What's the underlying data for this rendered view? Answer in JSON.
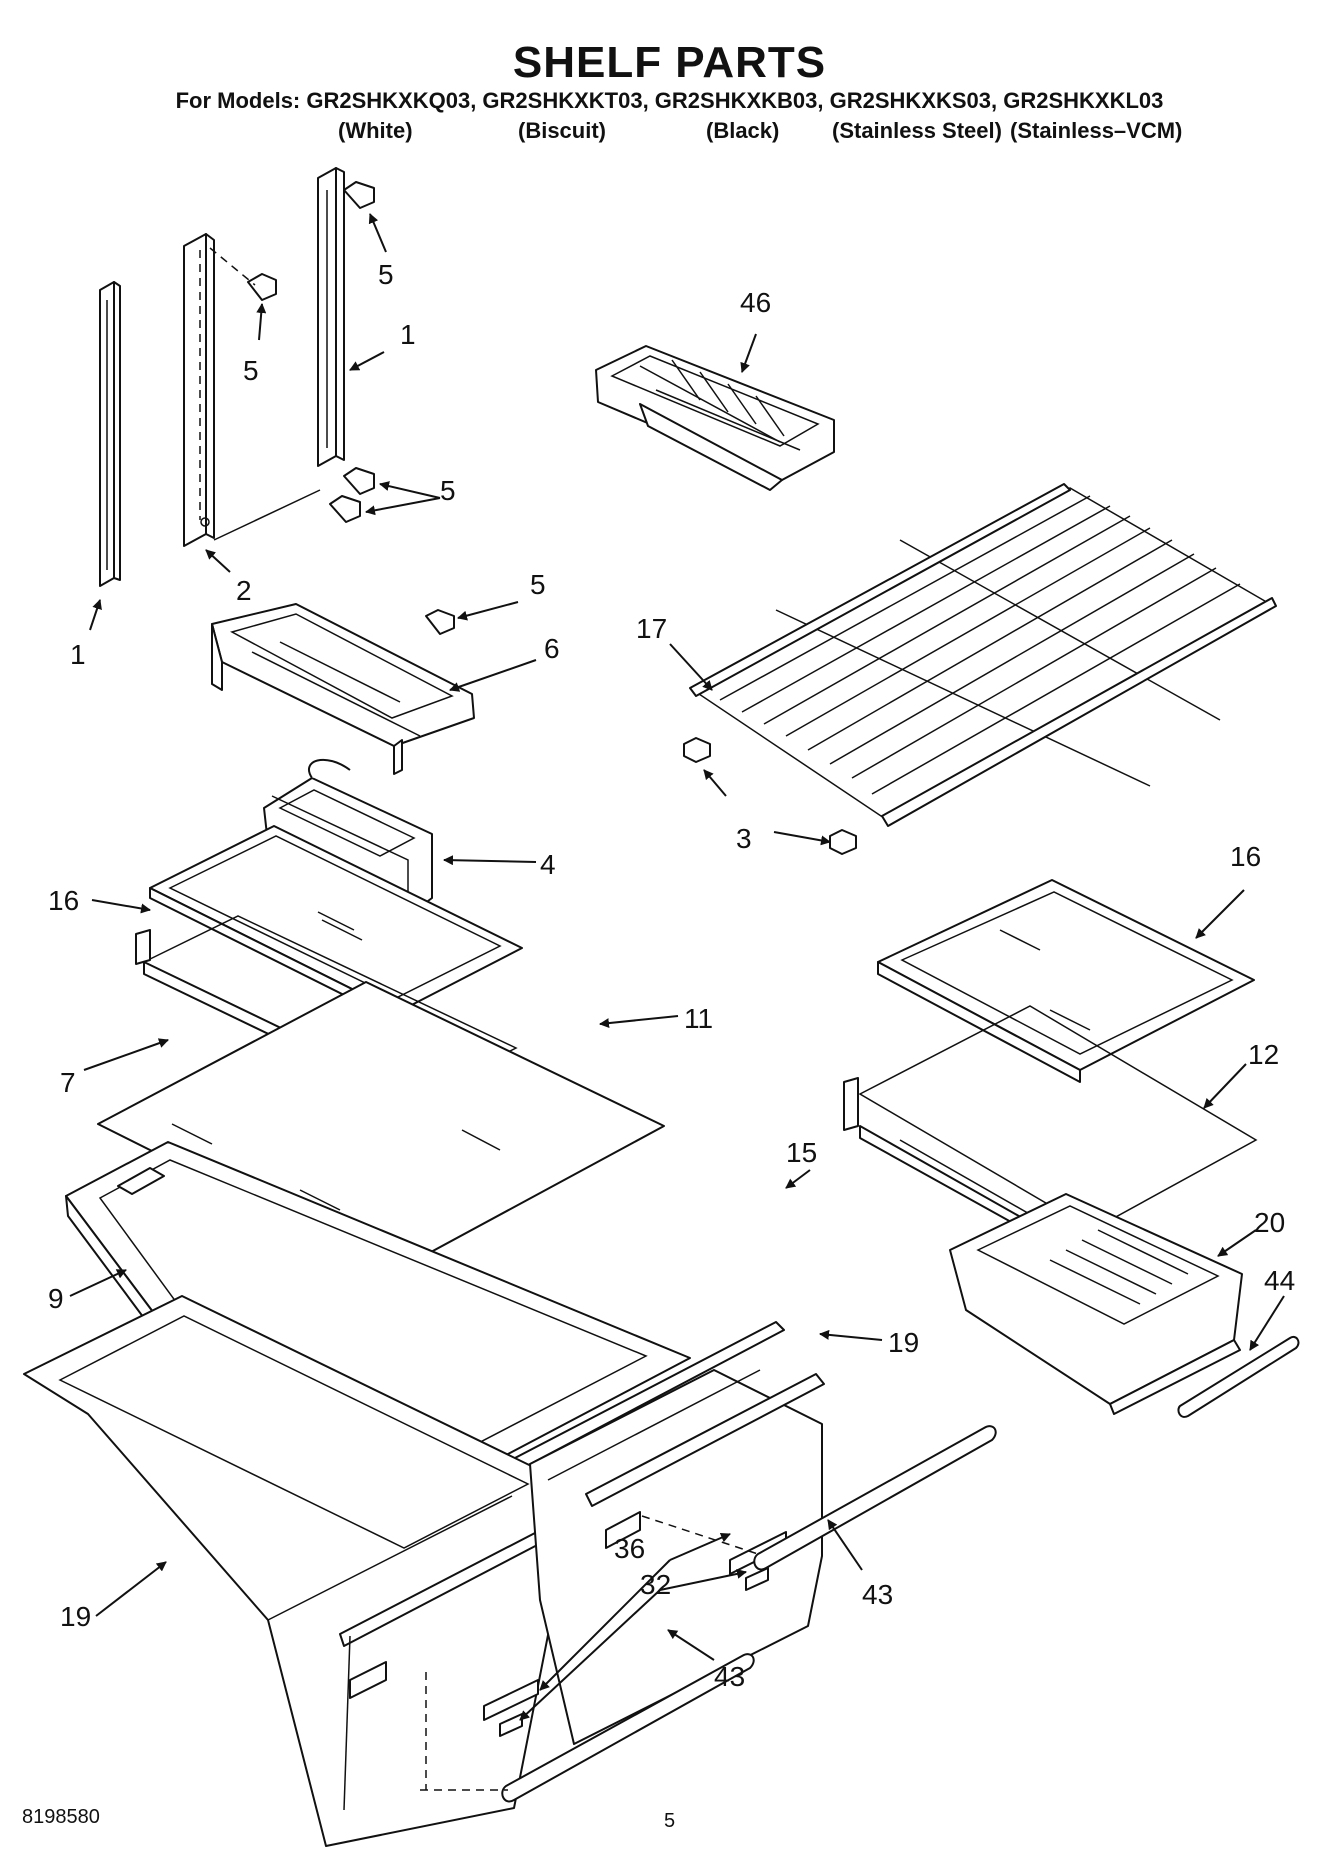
{
  "header": {
    "title": "SHELF PARTS",
    "models": "For Models: GR2SHKXKQ03, GR2SHKXKT03, GR2SHKXKB03, GR2SHKXKS03, GR2SHKXKL03",
    "variants": [
      "(White)",
      "(Biscuit)",
      "(Black)",
      "(Stainless Steel)",
      "(Stainless–VCM)"
    ]
  },
  "callouts": {
    "c1a": "1",
    "c1b": "1",
    "c2": "2",
    "c3": "3",
    "c4": "4",
    "c5a": "5",
    "c5b": "5",
    "c5c": "5",
    "c5d": "5",
    "c6": "6",
    "c7": "7",
    "c9": "9",
    "c11": "11",
    "c12": "12",
    "c15": "15",
    "c16a": "16",
    "c16b": "16",
    "c17": "17",
    "c19a": "19",
    "c19b": "19",
    "c20": "20",
    "c32": "32",
    "c36": "36",
    "c43a": "43",
    "c43b": "43",
    "c44": "44",
    "c46": "46"
  },
  "footer": {
    "doc_number": "8198580",
    "page_number": "5"
  }
}
